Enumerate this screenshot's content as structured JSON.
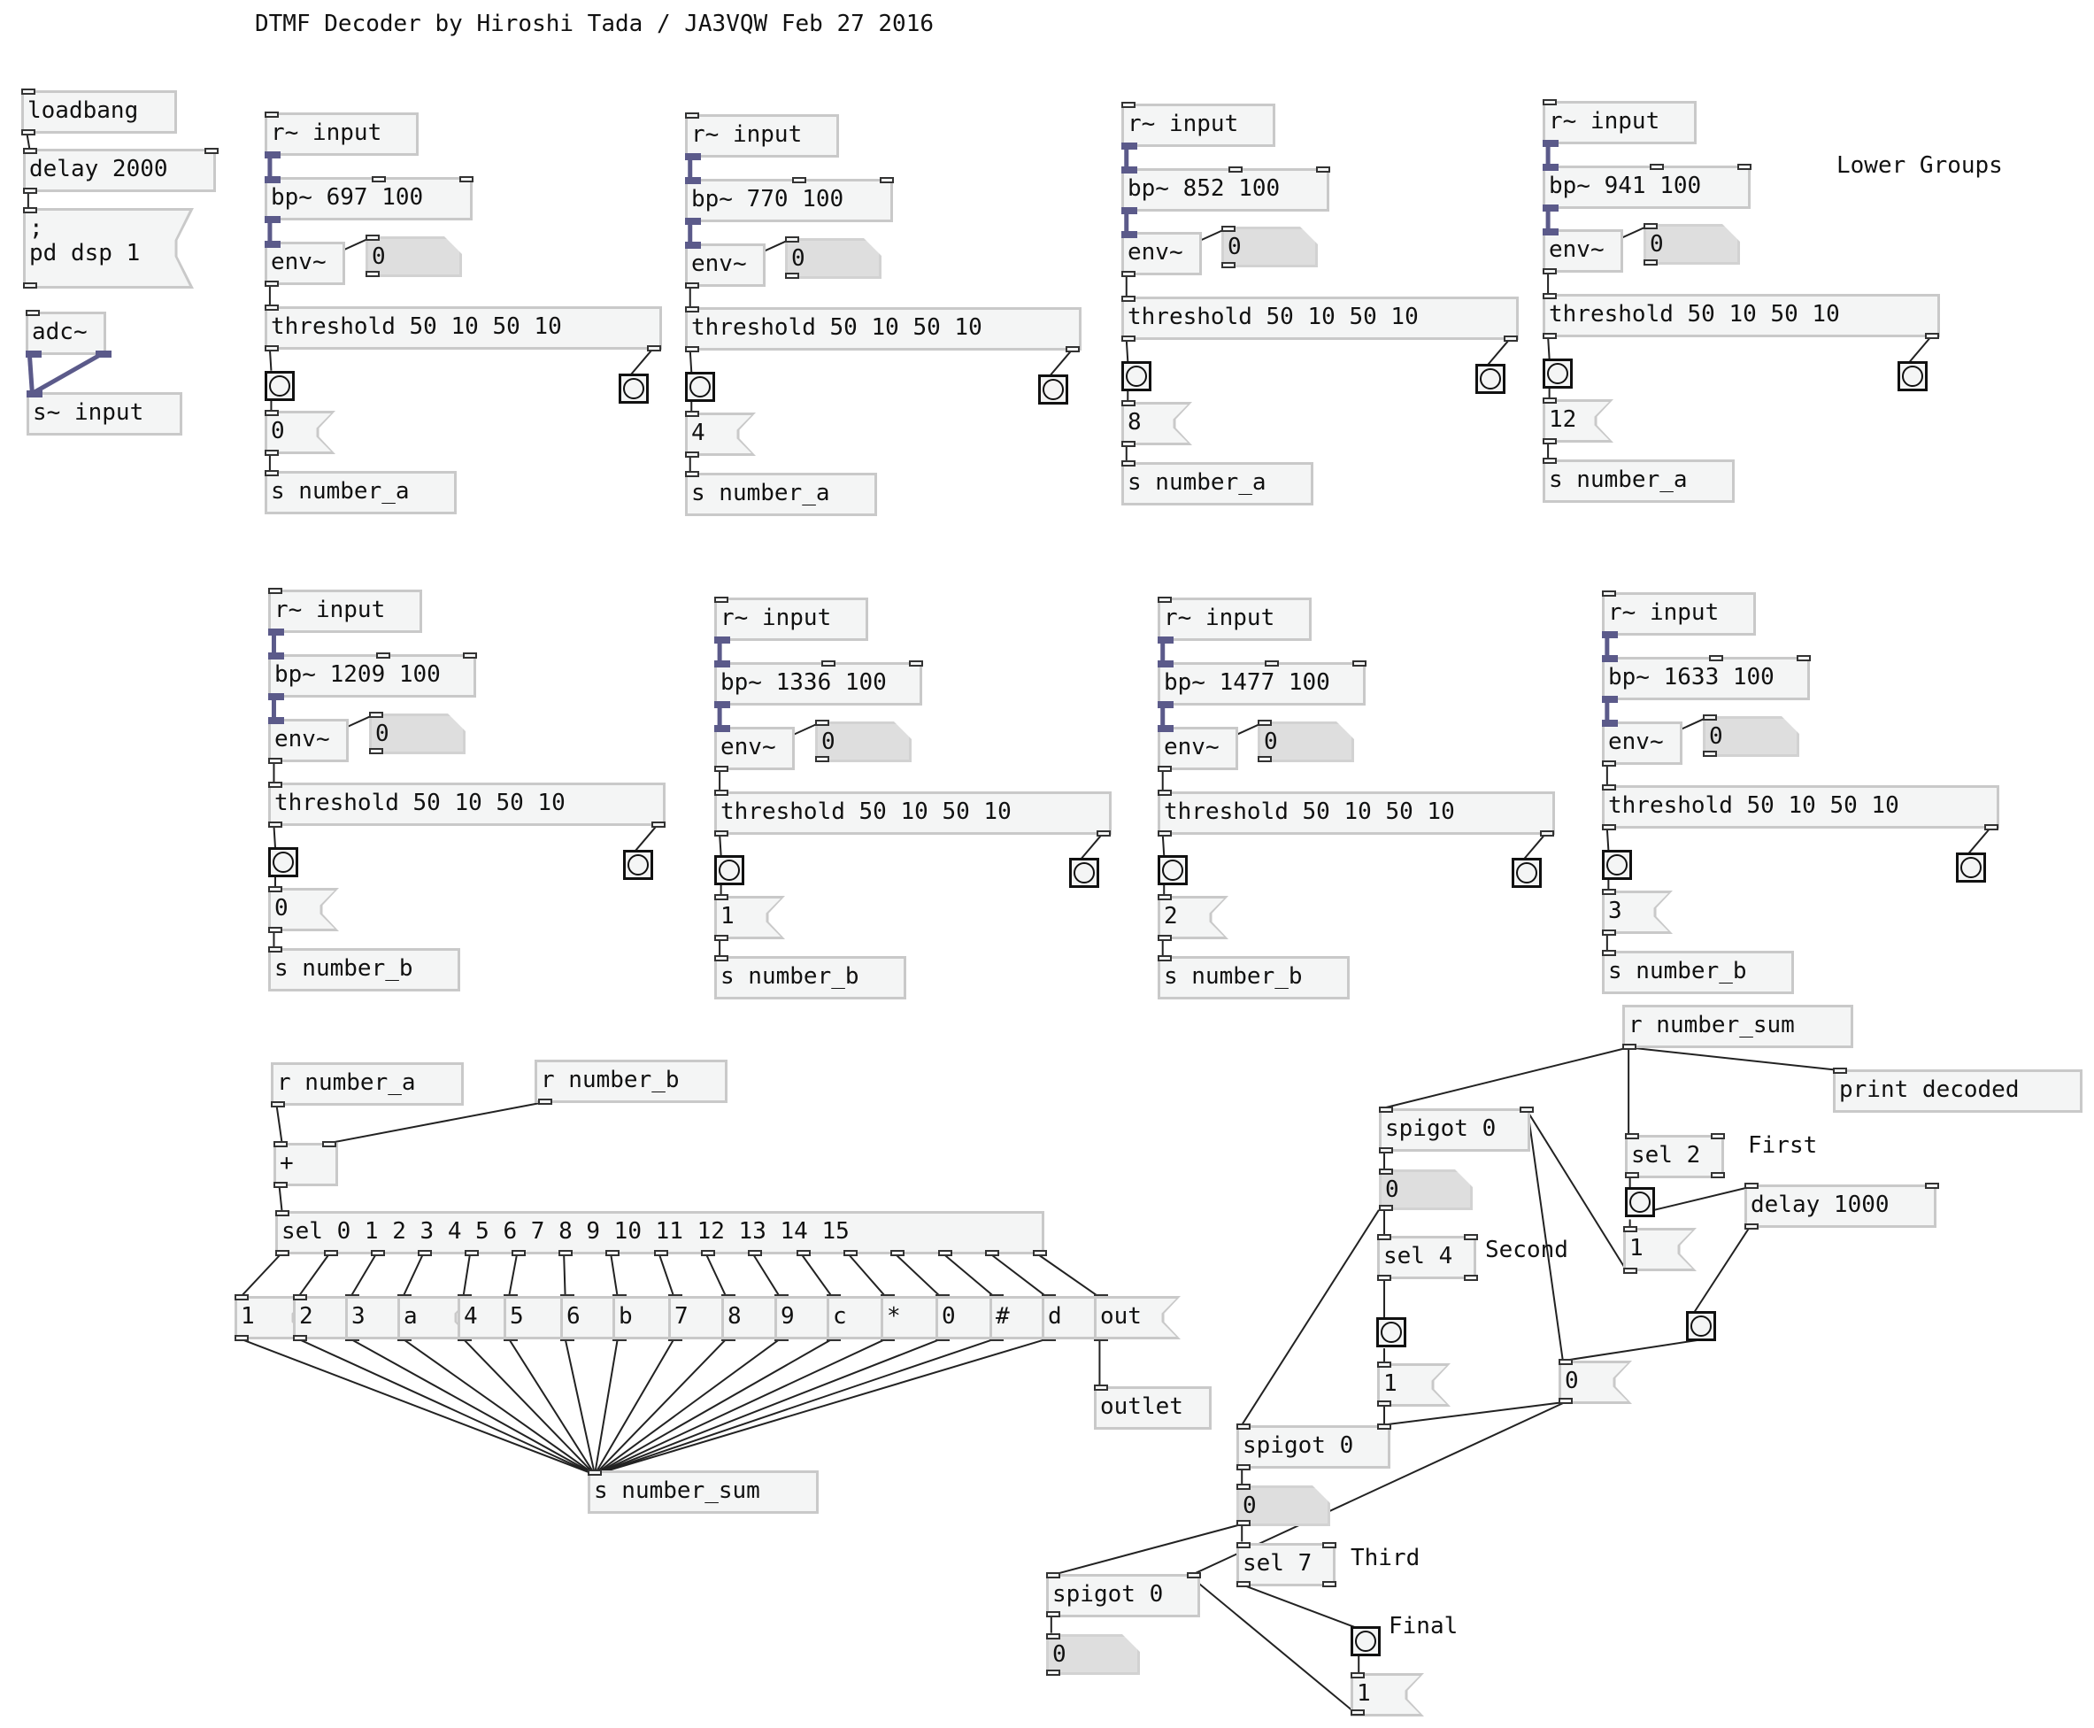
{
  "title": "DTMF Decoder by Hiroshi Tada / JA3VQW Feb 27 2016",
  "comments": {
    "lower_groups": "Lower Groups",
    "first": "First",
    "second": "Second",
    "third": "Third",
    "final": "Final"
  },
  "init": {
    "loadbang": "loadbang",
    "delay": "delay 2000",
    "dsp_msg_line1": ";",
    "dsp_msg_line2": "pd dsp 1",
    "adc": "adc~",
    "send_input": "s~ input"
  },
  "lower_groups": [
    {
      "receive": "r~ input",
      "filter": "bp~ 697 100",
      "env": "env~",
      "level": "0",
      "threshold": "threshold 50 10 50 10",
      "value": "0",
      "send": "s number_a"
    },
    {
      "receive": "r~ input",
      "filter": "bp~ 770 100",
      "env": "env~",
      "level": "0",
      "threshold": "threshold 50 10 50 10",
      "value": "4",
      "send": "s number_a"
    },
    {
      "receive": "r~ input",
      "filter": "bp~ 852 100",
      "env": "env~",
      "level": "0",
      "threshold": "threshold 50 10 50 10",
      "value": "8",
      "send": "s number_a"
    },
    {
      "receive": "r~ input",
      "filter": "bp~ 941 100",
      "env": "env~",
      "level": "0",
      "threshold": "threshold 50 10 50 10",
      "value": "12",
      "send": "s number_a"
    }
  ],
  "upper_groups": [
    {
      "receive": "r~ input",
      "filter": "bp~ 1209 100",
      "env": "env~",
      "level": "0",
      "threshold": "threshold 50 10 50 10",
      "value": "0",
      "send": "s number_b"
    },
    {
      "receive": "r~ input",
      "filter": "bp~ 1336 100",
      "env": "env~",
      "level": "0",
      "threshold": "threshold 50 10 50 10",
      "value": "1",
      "send": "s number_b"
    },
    {
      "receive": "r~ input",
      "filter": "bp~ 1477 100",
      "env": "env~",
      "level": "0",
      "threshold": "threshold 50 10 50 10",
      "value": "2",
      "send": "s number_b"
    },
    {
      "receive": "r~ input",
      "filter": "bp~ 1633 100",
      "env": "env~",
      "level": "0",
      "threshold": "threshold 50 10 50 10",
      "value": "3",
      "send": "s number_b"
    }
  ],
  "sum": {
    "recv_a": "r number_a",
    "recv_b": "r number_b",
    "plus": "+",
    "select": "sel 0 1 2 3 4 5 6 7 8 9 10 11 12 13 14 15",
    "keys": [
      "1",
      "2",
      "3",
      "a",
      "4",
      "5",
      "6",
      "b",
      "7",
      "8",
      "9",
      "c",
      "*",
      "0",
      "#",
      "d",
      "out"
    ],
    "send_sum": "s number_sum",
    "outlet": "outlet"
  },
  "sequence": {
    "recv_sum": "r number_sum",
    "print": "print decoded",
    "spigot1": "spigot 0",
    "num1": "0",
    "sel2": "sel 2",
    "delay": "delay 1000",
    "msg_first": "1",
    "sel4": "sel 4",
    "msg_second": "1",
    "msg_reset": "0",
    "spigot2": "spigot 0",
    "num2": "0",
    "sel7": "sel 7",
    "spigot3": "spigot 0",
    "num3": "0",
    "msg_final": "1"
  },
  "colors": {
    "box_bg": "#f4f5f5",
    "box_border": "#c9c9c9",
    "number_bg": "#dedede",
    "signal_wire": "#5b5a8a",
    "control_wire": "#222222"
  }
}
